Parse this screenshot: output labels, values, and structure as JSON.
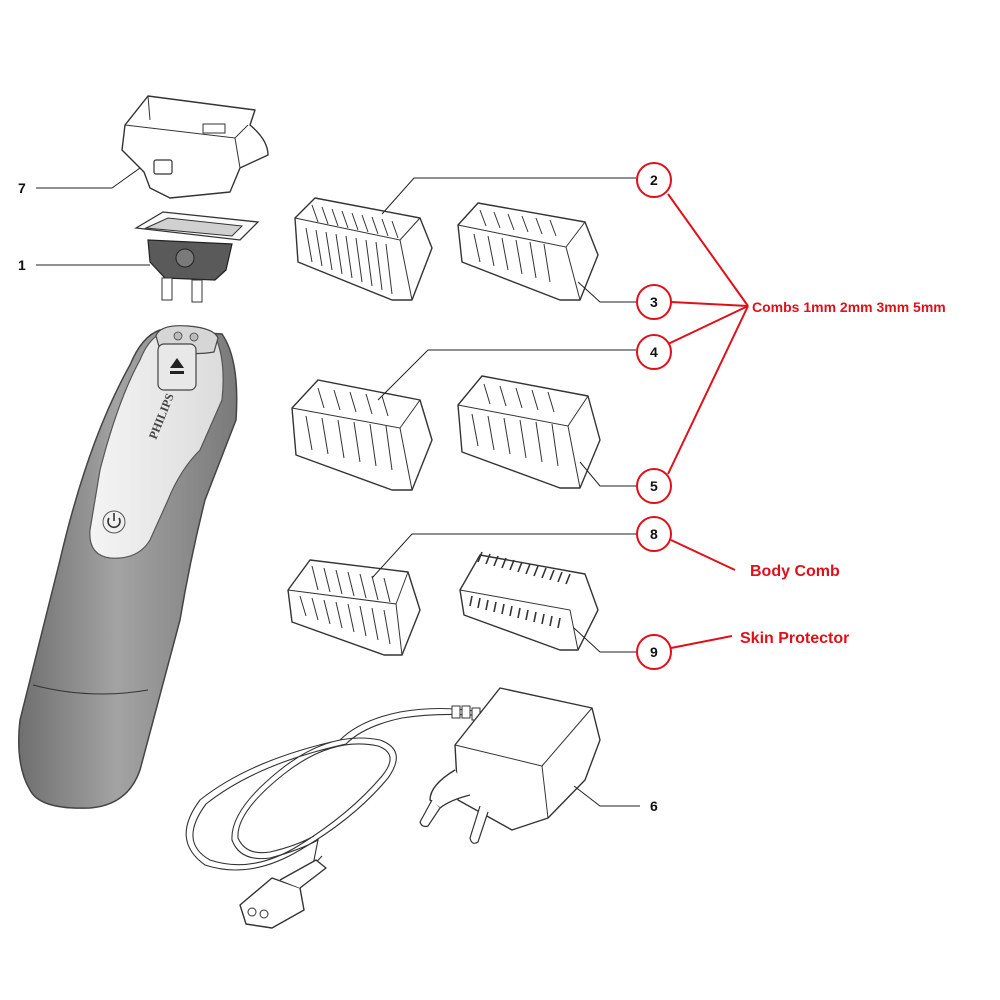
{
  "brand": "PHILIPS",
  "colors": {
    "accent": "#e0101a",
    "body": "#8c8c8c",
    "line": "#333333"
  },
  "icons": {
    "power": "power-icon",
    "eject": "eject-icon"
  },
  "parts": [
    {
      "id": "1",
      "label": "1"
    },
    {
      "id": "2",
      "label": "2"
    },
    {
      "id": "3",
      "label": "3"
    },
    {
      "id": "4",
      "label": "4"
    },
    {
      "id": "5",
      "label": "5"
    },
    {
      "id": "6",
      "label": "6"
    },
    {
      "id": "7",
      "label": "7"
    },
    {
      "id": "8",
      "label": "8"
    },
    {
      "id": "9",
      "label": "9"
    }
  ],
  "annotations": {
    "combs": "Combs 1mm 2mm 3mm 5mm",
    "body_comb": "Body Comb",
    "skin_protector": "Skin Protector"
  }
}
